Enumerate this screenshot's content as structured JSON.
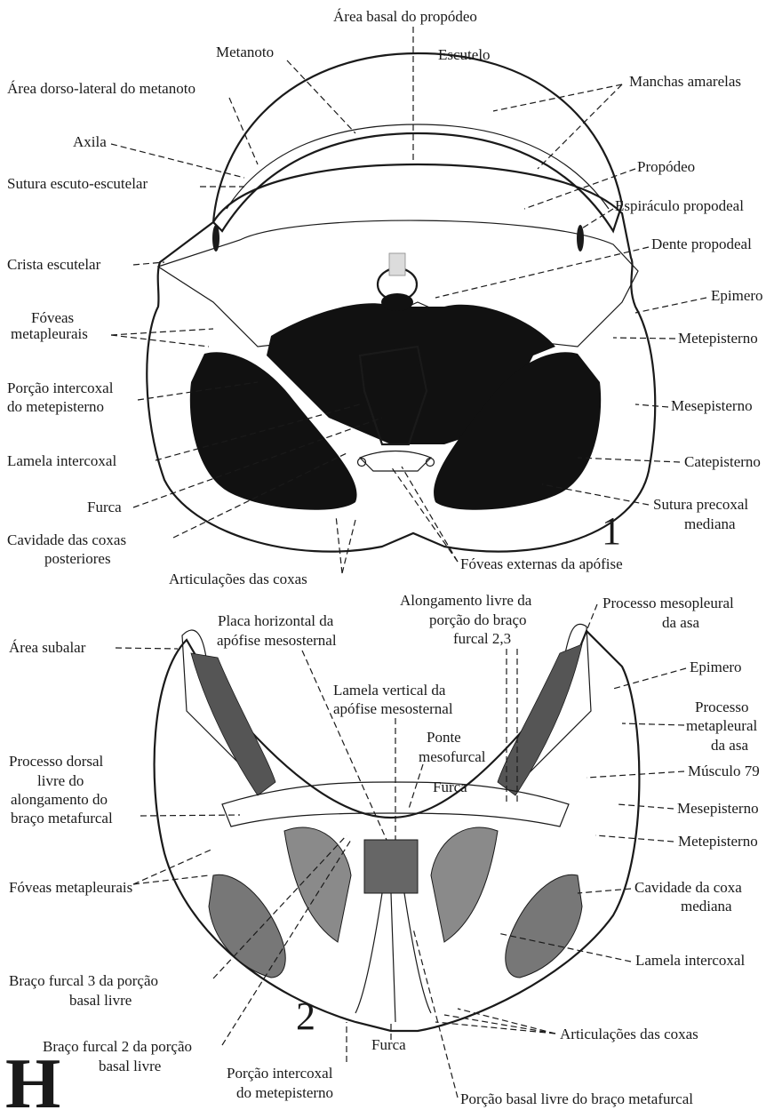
{
  "figure1": {
    "number": "1",
    "labels": {
      "area_basal_propodeo": "Área basal do propódeo",
      "metanoto": "Metanoto",
      "escutelo": "Escutelo",
      "area_dorso_lateral": "Área dorso-lateral do metanoto",
      "manchas_amarelas": "Manchas amarelas",
      "axila": "Axila",
      "propodeo": "Propódeo",
      "sutura_escuto": "Sutura escuto-escutelar",
      "espiraculo": "Espiráculo propodeal",
      "dente": "Dente propodeal",
      "crista": "Crista escutelar",
      "epimero": "Epimero",
      "foveas_1": "Fóveas",
      "foveas_2": "metapleurais",
      "metepisterno": "Metepisterno",
      "porcao_1": "Porção intercoxal",
      "porcao_2": "do metepisterno",
      "mesepisterno": "Mesepisterno",
      "lamela": "Lamela intercoxal",
      "catepisterno": "Catepisterno",
      "furca": "Furca",
      "sutura_precoxal_1": "Sutura precoxal",
      "sutura_precoxal_2": "mediana",
      "cavidade_1": "Cavidade das coxas",
      "cavidade_2": "posteriores",
      "foveas_externas": "Fóveas externas da apófise",
      "articulacoes": "Articulações das coxas"
    }
  },
  "figure2": {
    "number": "2",
    "labels": {
      "alongamento_1": "Alongamento livre da",
      "alongamento_2": "porção do braço",
      "alongamento_3": "furcal 2,3",
      "processo_meso_1": "Processo mesopleural",
      "processo_meso_2": "da asa",
      "placa_1": "Placa horizontal da",
      "placa_2": "apófise mesosternal",
      "area_subalar": "Área subalar",
      "epimero": "Epimero",
      "lamela_vertical_1": "Lamela vertical da",
      "lamela_vertical_2": "apófise mesosternal",
      "processo_meta_1": "Processo",
      "processo_meta_2": "metapleural",
      "processo_meta_3": "da asa",
      "ponte_1": "Ponte",
      "ponte_2": "mesofurcal",
      "processo_dorsal_1": "Processo dorsal",
      "processo_dorsal_2": "livre do",
      "processo_dorsal_3": "alongamento do",
      "processo_dorsal_4": "braço metafurcal",
      "musculo": "Músculo 79",
      "furca_top": "Furca",
      "mesepisterno": "Mesepisterno",
      "metepisterno": "Metepisterno",
      "foveas": "Fóveas metapleurais",
      "cavidade_1": "Cavidade da coxa",
      "cavidade_2": "mediana",
      "lamela": "Lamela intercoxal",
      "braco3_1": "Braço furcal 3 da porção",
      "braco3_2": "basal livre",
      "articulacoes": "Articulações das coxas",
      "braco2_1": "Braço furcal 2 da porção",
      "braco2_2": "basal livre",
      "furca_bottom": "Furca",
      "porcao_1": "Porção intercoxal",
      "porcao_2": "do metepisterno",
      "porcao_basal": "Porção basal livre do braço metafurcal"
    }
  },
  "plate_letter": "H"
}
